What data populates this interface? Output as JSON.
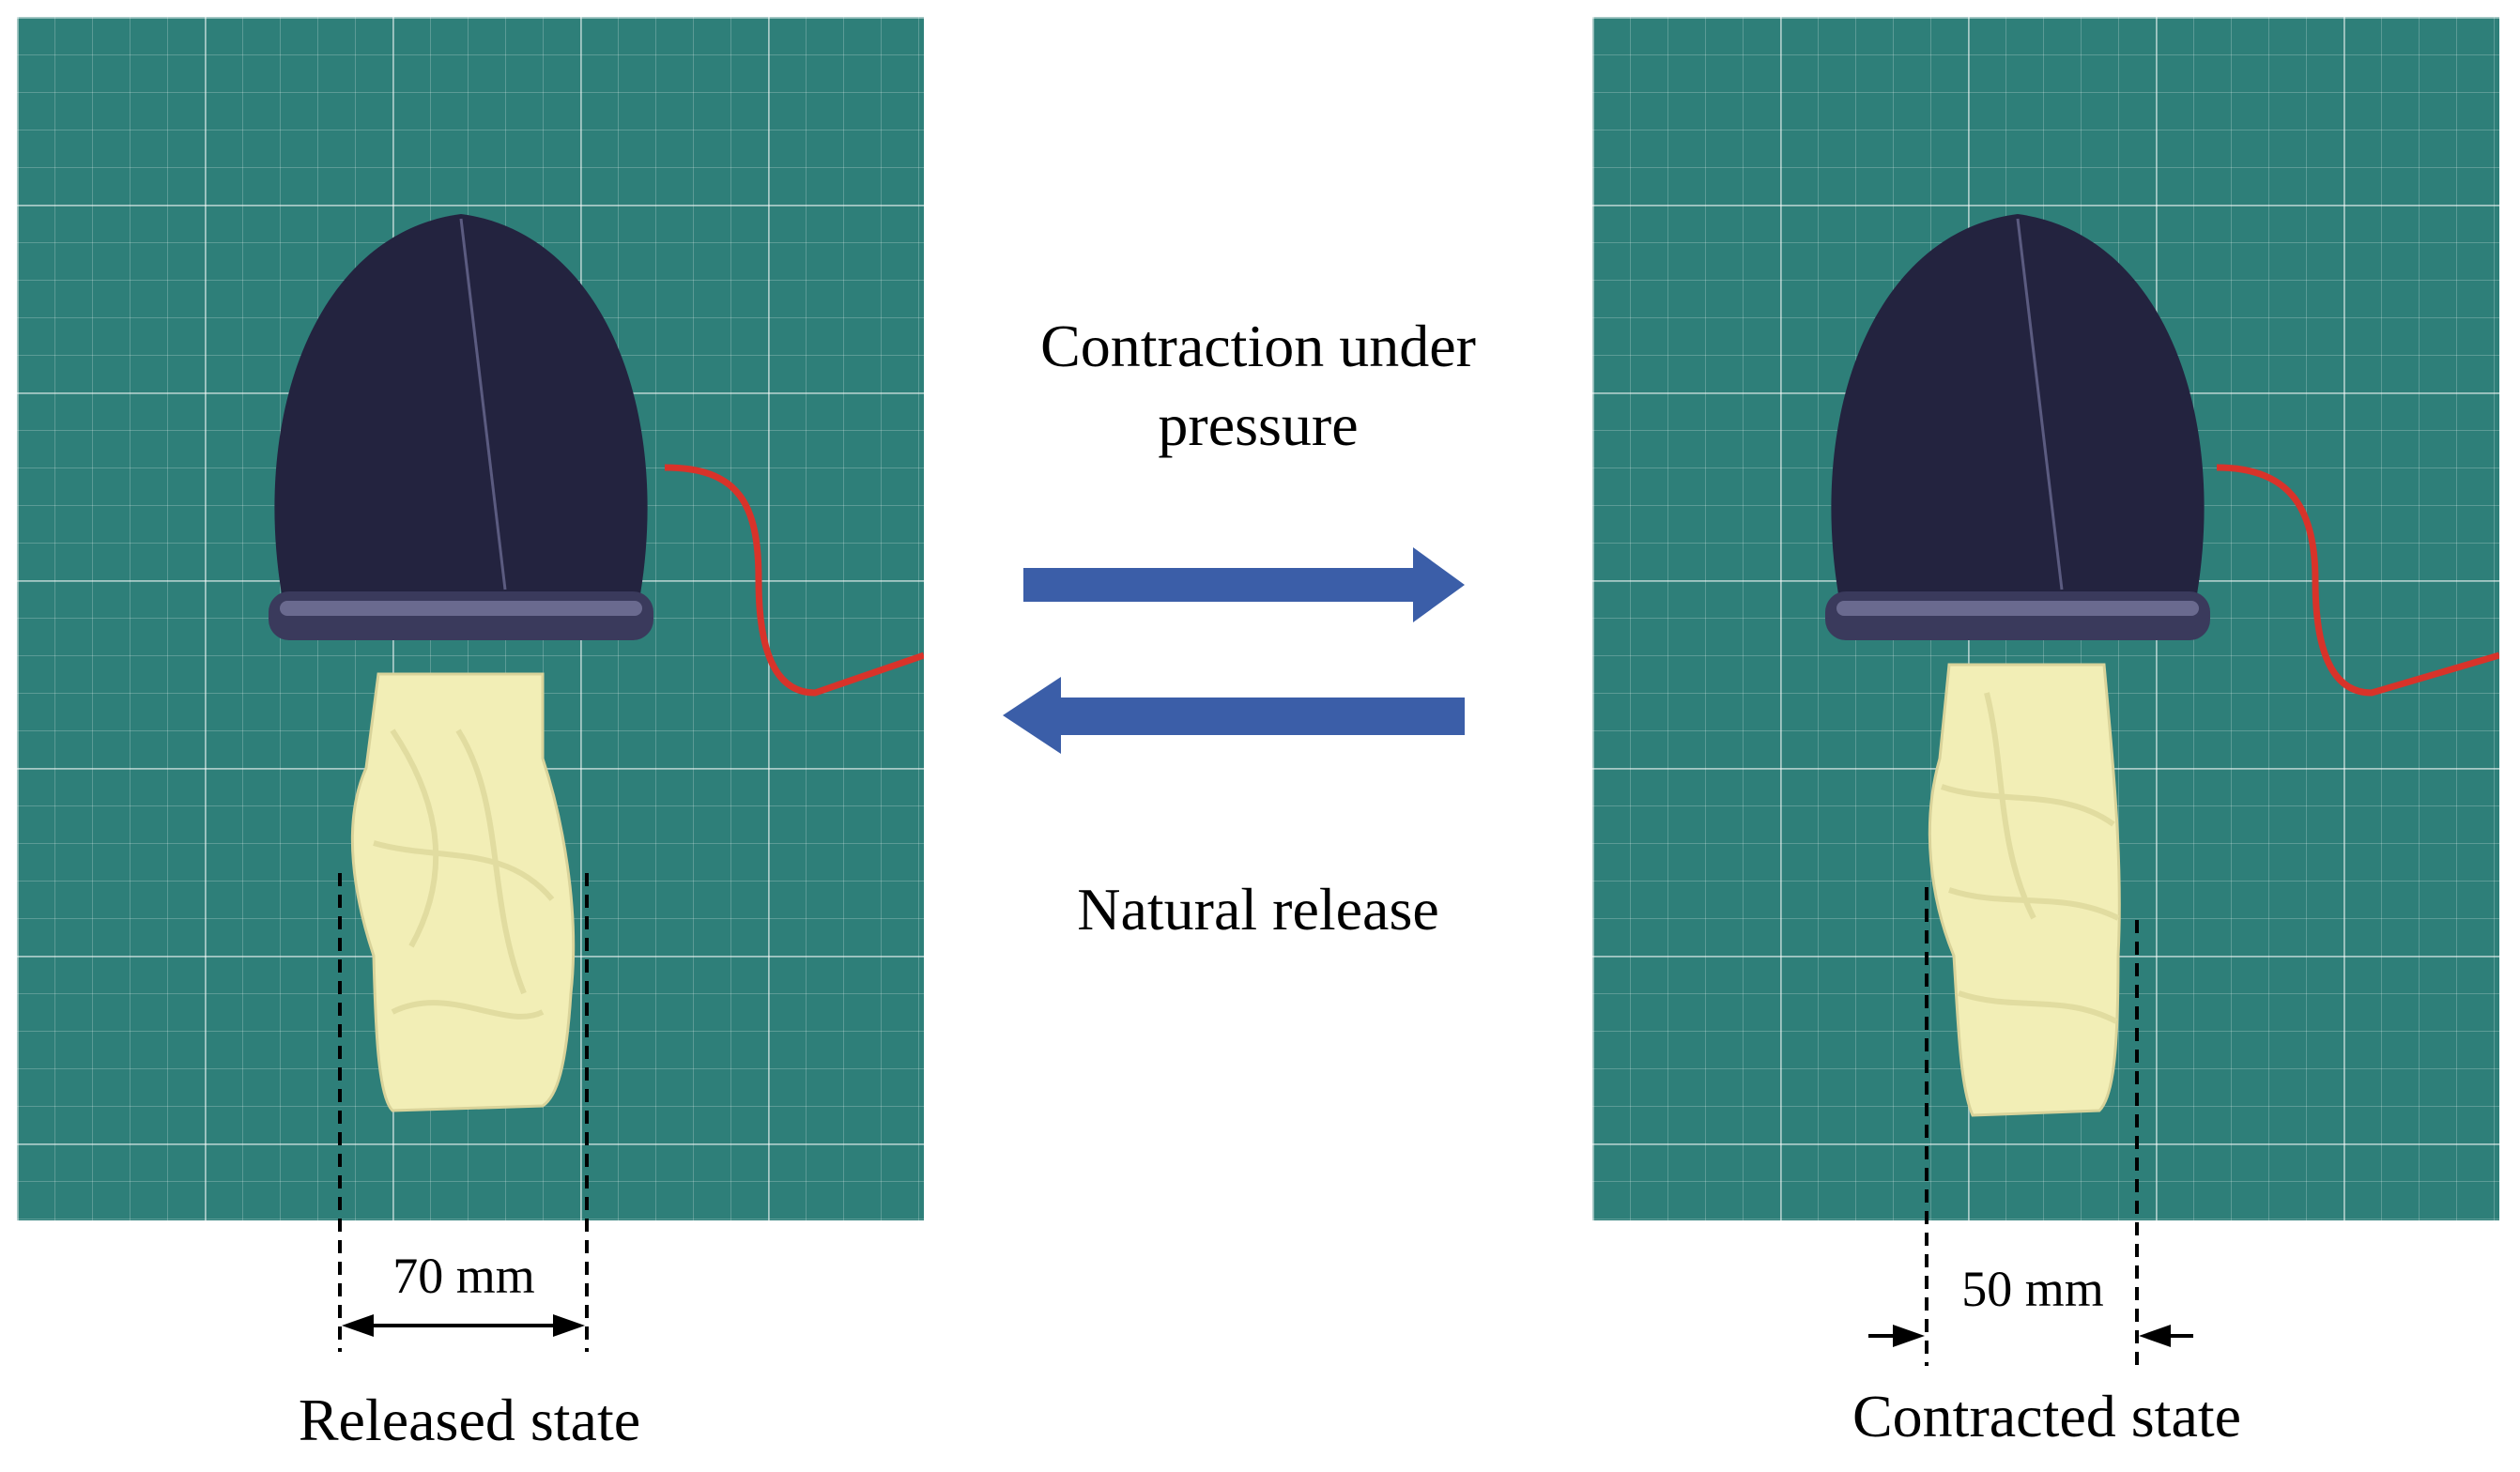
{
  "center": {
    "forward_line1": "Contraction under",
    "forward_line2": "pressure",
    "backward_label": "Natural release"
  },
  "left": {
    "dimension": "70 mm",
    "caption": "Released state"
  },
  "right": {
    "dimension": "50 mm",
    "caption": "Contracted state"
  },
  "colors": {
    "arrow": "#3b5ea8",
    "cap": "#23233f",
    "sleeve": "#f2eeb6",
    "wire": "#d8332a",
    "mat": "#2e7f79"
  }
}
